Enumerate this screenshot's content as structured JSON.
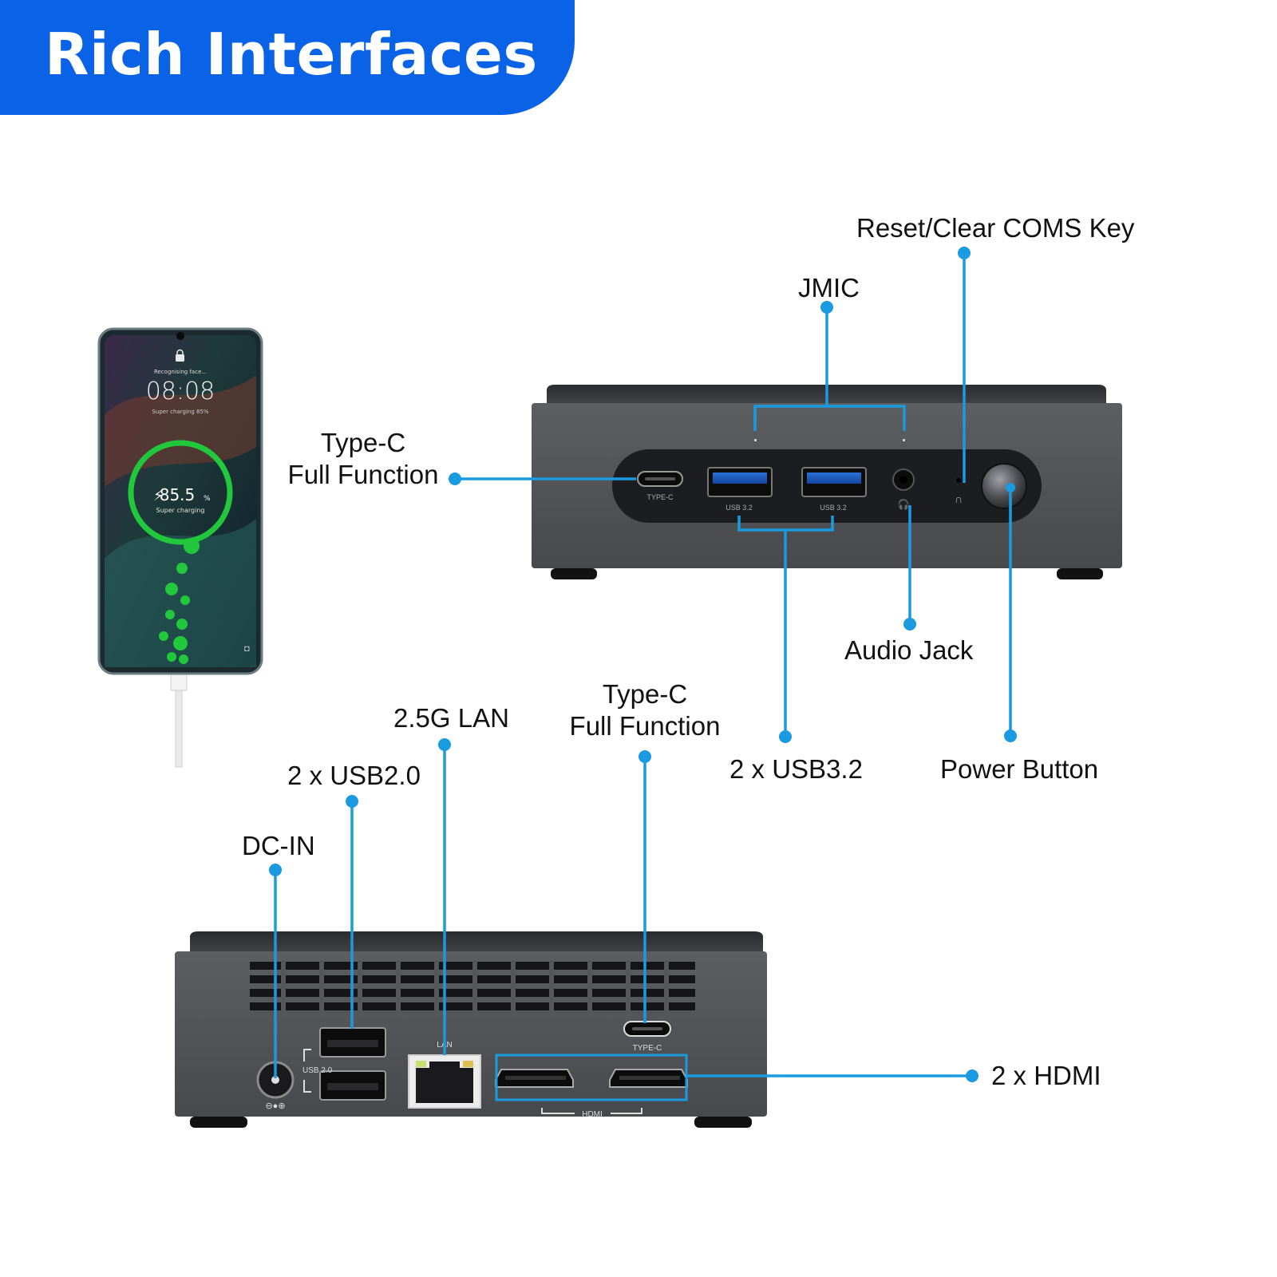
{
  "title": "Rich Interfaces",
  "callouts": {
    "reset_key": "Reset/Clear COMS Key",
    "jmic": "JMIC",
    "front_type_c_line1": "Type-C",
    "front_type_c_line2": "Full Function",
    "audio_jack": "Audio Jack",
    "usb32": "2 x USB3.2",
    "power_button": "Power Button",
    "lan": "2.5G LAN",
    "rear_type_c_line1": "Type-C",
    "rear_type_c_line2": "Full Function",
    "usb20": "2 x USB2.0",
    "dc_in": "DC-IN",
    "hdmi": "2 x HDMI"
  },
  "port_labels": {
    "front_type_c": "TYPE-C",
    "usb32_a": "USB 3.2",
    "usb32_b": "USB 3.2",
    "rear_type_c": "TYPE-C",
    "usb20": "USB 2.0",
    "lan": "LAN",
    "hdmi": "HDMI",
    "dc_symbol": "⊖●⊕"
  },
  "phone": {
    "status": "Recognising face...",
    "time": "08:08",
    "sub_status": "Super charging 85%",
    "percent": "85.5",
    "percent_unit": "%",
    "charging_label": "Super charging"
  },
  "colors": {
    "banner": "#0a62e6",
    "callout_line": "#1a9be0",
    "device_body": "#55575b",
    "port_panel": "#1c1d20",
    "charge_ring": "#22c83c"
  }
}
